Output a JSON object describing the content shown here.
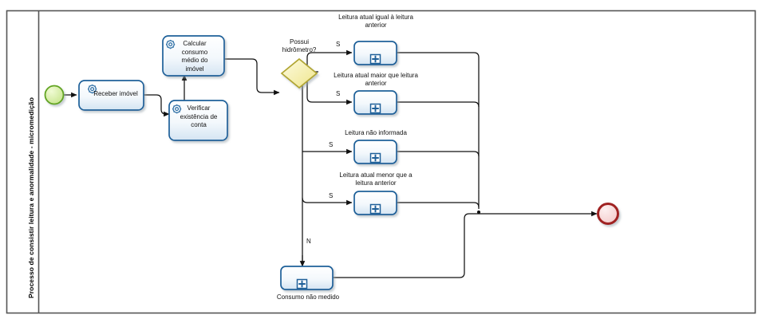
{
  "pool": {
    "title": "Processo de consistir leitura e anormalidade - micromedição",
    "border_color": "#555555",
    "fill": "#ffffff"
  },
  "palette": {
    "task_border": "#1f6099",
    "task_fill_top": "#ffffff",
    "task_fill_bottom": "#dbe8f4",
    "gateway_border": "#b0a532",
    "gateway_fill": "#fbf5c4",
    "start_border": "#62a420",
    "start_fill": "#d9ef9b",
    "end_border": "#a02020",
    "end_fill": "#f8dede",
    "flow_line": "#111111",
    "icon_blue": "#1f6099"
  },
  "events": {
    "start": {
      "name": "start-event",
      "label": ""
    },
    "end": {
      "name": "end-event",
      "label": ""
    }
  },
  "tasks": [
    {
      "id": "receber-imovel",
      "label": "Receber imóvel",
      "icon": "gear-icon"
    },
    {
      "id": "verificar-conta",
      "label": "Verificar\nexistência de\nconta",
      "icon": "gear-icon"
    },
    {
      "id": "calcular-consumo",
      "label": "Calcular\nconsumo\nmédio do\nimóvel",
      "icon": "gear-icon"
    }
  ],
  "gateway": {
    "id": "possui-hidrometro",
    "label": "Possui\nhidrômetro?",
    "type": "exclusive-gateway"
  },
  "subprocesses": [
    {
      "id": "leitura-igual",
      "label": "Leitura atual igual à leitura\nanterior",
      "label_pos": "above",
      "icon": "expand-plus-icon"
    },
    {
      "id": "leitura-maior",
      "label": "Leitura atual maior que leitura\nanterior",
      "label_pos": "above",
      "icon": "expand-plus-icon"
    },
    {
      "id": "leitura-nao-informada",
      "label": "Leitura não informada",
      "label_pos": "above",
      "icon": "expand-plus-icon"
    },
    {
      "id": "leitura-menor",
      "label": "Leitura atual menor que a\nleitura anterior",
      "label_pos": "above",
      "icon": "expand-plus-icon"
    },
    {
      "id": "consumo-nao-medido",
      "label": "Consumo não medido",
      "label_pos": "below",
      "icon": "expand-plus-icon"
    }
  ],
  "flow_labels": [
    {
      "id": "s1",
      "text": "S"
    },
    {
      "id": "s2",
      "text": "S"
    },
    {
      "id": "s3",
      "text": "S"
    },
    {
      "id": "s4",
      "text": "S"
    },
    {
      "id": "n1",
      "text": "N"
    }
  ]
}
